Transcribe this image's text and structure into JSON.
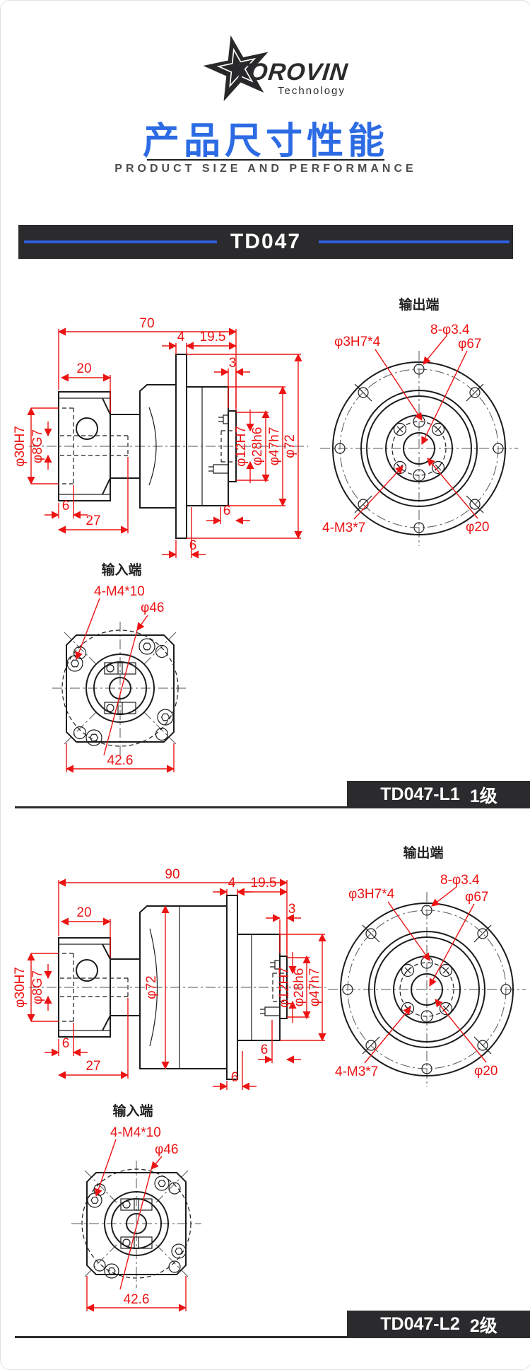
{
  "logo": {
    "brand": "TOROVIN",
    "tagline": "Technology"
  },
  "header": {
    "title": "产品尺寸性能",
    "subtitle": "PRODUCT SIZE AND PERFORMANCE"
  },
  "model_bar": {
    "model": "TD047"
  },
  "colors": {
    "accent_blue": "#2c6be4",
    "dim_red": "#ec1313",
    "bar_dark": "#2b2b2d",
    "line_blue": "#2d5fe0"
  },
  "sections": [
    {
      "badge": {
        "model": "TD047-L1",
        "stage": "1级"
      },
      "side": {
        "overall": "70",
        "flange_thk": "4",
        "shaft_len": "19.5",
        "boss": "3",
        "front_len": "20",
        "bore_dia": "φ30H7",
        "bore2_dia": "φ8G7",
        "bore_depth": "6",
        "bore2_depth": "27",
        "face_gap": "6",
        "flange_off": "6",
        "shaft_dia": "φ12H7",
        "spigot_dia": "φ28h6",
        "pilot_dia": "φ47h7",
        "flange_dia": "φ72"
      },
      "output": {
        "title": "输出端",
        "pins": "φ3H7*4",
        "holes": "8-φ3.4",
        "bolt_circle": "φ67",
        "taps": "4-M3*7",
        "hub": "φ20"
      },
      "input": {
        "title": "输入端",
        "taps": "4-M4*10",
        "pilot": "φ46",
        "square": "42.6"
      }
    },
    {
      "badge": {
        "model": "TD047-L2",
        "stage": "2级"
      },
      "side": {
        "overall": "90",
        "flange_thk": "4",
        "shaft_len": "19.5",
        "boss": "3",
        "front_len": "20",
        "bore_dia": "φ30H7",
        "bore2_dia": "φ8G7",
        "bore_depth": "6",
        "bore2_depth": "27",
        "face_gap": "6",
        "flange_off": "6",
        "shaft_dia": "φ12H7",
        "spigot_dia": "φ28h6",
        "pilot_dia": "φ47h7",
        "body_dia": "φ72"
      },
      "output": {
        "title": "输出端",
        "pins": "φ3H7*4",
        "holes": "8-φ3.4",
        "bolt_circle": "φ67",
        "taps": "4-M3*7",
        "hub": "φ20"
      },
      "input": {
        "title": "输入端",
        "taps": "4-M4*10",
        "pilot": "φ46",
        "square": "42.6"
      }
    }
  ]
}
